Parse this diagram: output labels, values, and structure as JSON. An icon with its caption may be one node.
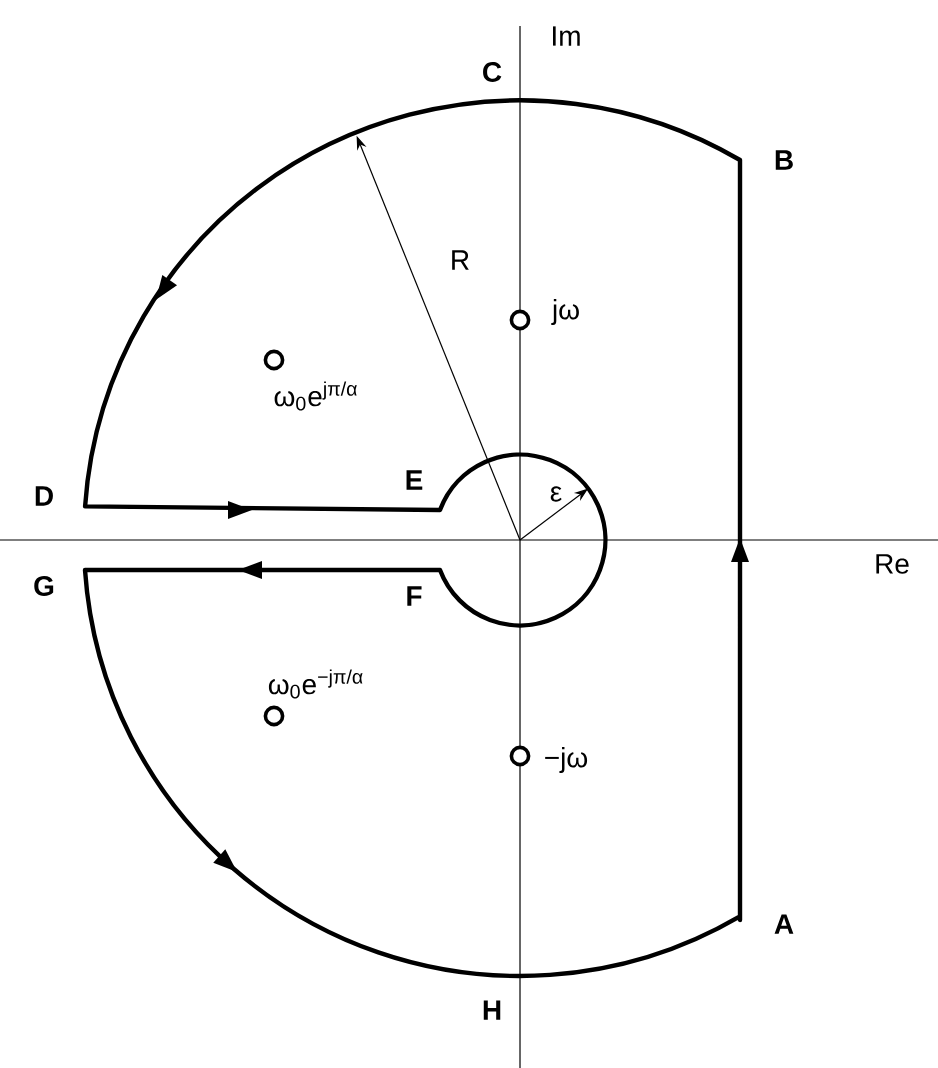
{
  "diagram": {
    "labels": [
      "Im",
      "C",
      "B",
      "R",
      "jω",
      "ω$_{0}$e$^{jπ/α}$",
      "ε",
      "D",
      "E",
      "Re",
      "G",
      "F",
      "ω$_{0}$e$^{−jπ/α}$",
      "−jω",
      "H",
      "A"
    ]
  }
}
